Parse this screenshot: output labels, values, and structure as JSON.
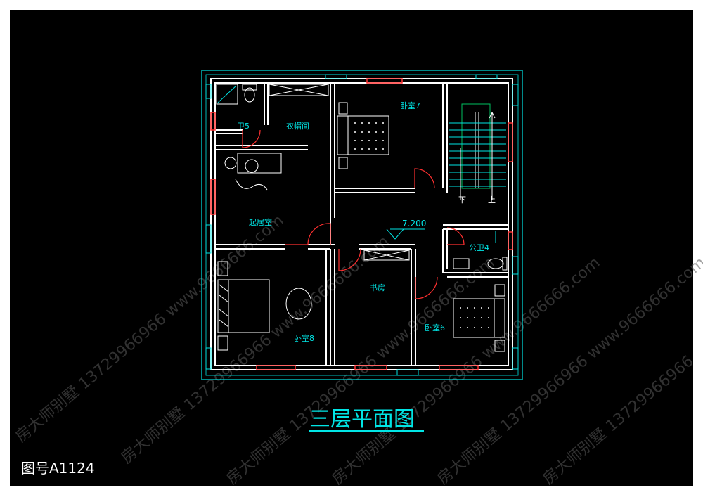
{
  "title": "三层平面图",
  "drawing_code": "图号A1124",
  "elevation": "7.200",
  "rooms": {
    "bath5": "卫5",
    "wardrobe": "衣帽间",
    "bedroom7": "卧室7",
    "living": "起居室",
    "study": "书房",
    "bedroom8": "卧室8",
    "bedroom6": "卧室6",
    "public_bath4": "公卫4"
  },
  "stairs": {
    "down": "下",
    "up": "上"
  },
  "watermark": {
    "brand": "房大师别墅",
    "phone": "13729966966",
    "site": "www.9666666.com"
  },
  "colors": {
    "wall": "#ffffff",
    "accent": "#00ffff",
    "window": "#ff3030",
    "background": "#000000"
  }
}
